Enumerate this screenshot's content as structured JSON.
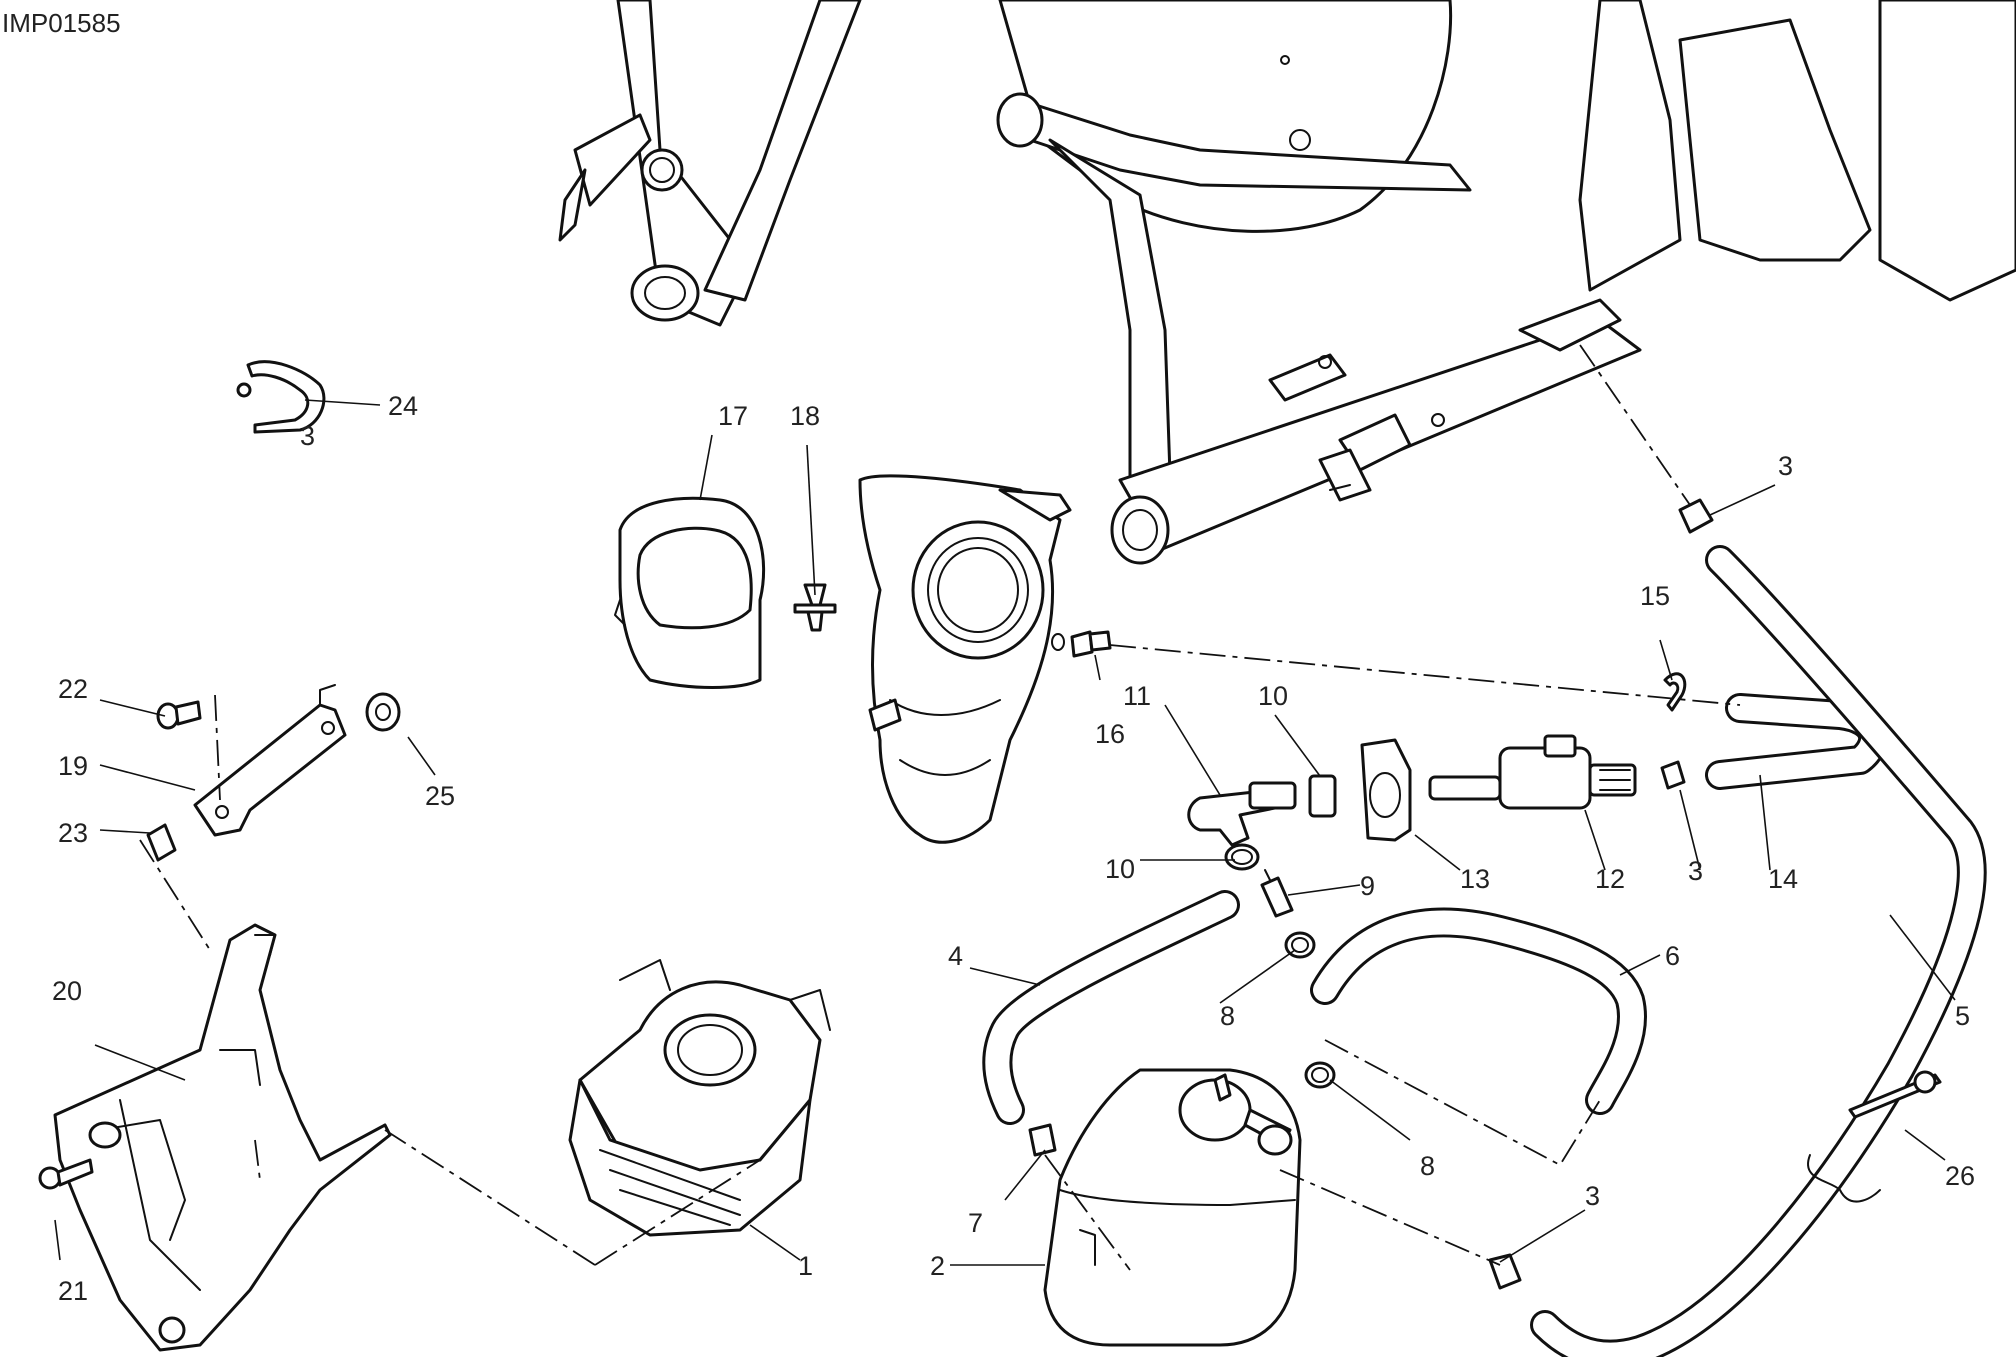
{
  "diagram_code": "IMP01585",
  "callouts": [
    "1",
    "2",
    "3",
    "3",
    "3",
    "3",
    "4",
    "5",
    "6",
    "7",
    "8",
    "8",
    "9",
    "10",
    "10",
    "11",
    "12",
    "13",
    "14",
    "15",
    "16",
    "17",
    "18",
    "19",
    "20",
    "21",
    "22",
    "23",
    "24",
    "25",
    "26"
  ]
}
